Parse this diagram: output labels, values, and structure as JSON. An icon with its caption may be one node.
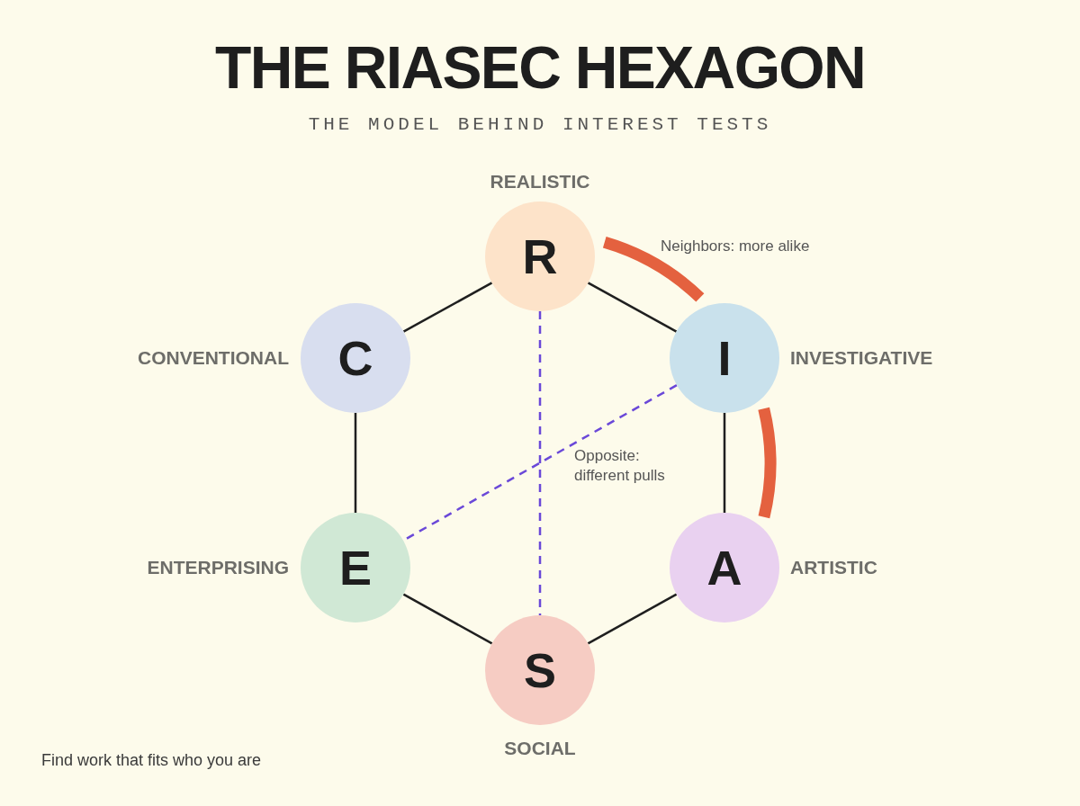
{
  "diagram": {
    "title": "THE RIASEC HEXAGON",
    "caption": "THE MODEL BEHIND INTEREST TESTS",
    "nodes": [
      {
        "text": [
          "R"
        ],
        "beside": [
          "REALISTIC"
        ]
      },
      {
        "text": [
          "I"
        ],
        "beside": [
          "INVESTIGATIVE"
        ]
      },
      {
        "text": [
          "A"
        ],
        "beside": [
          "ARTISTIC"
        ]
      },
      {
        "text": [
          "S"
        ],
        "beside": [
          "SOCIAL"
        ]
      },
      {
        "text": [
          "E"
        ],
        "beside": [
          "ENTERPRISING"
        ]
      },
      {
        "text": [
          "C"
        ],
        "beside": [
          "CONVENTIONAL"
        ]
      }
    ],
    "edges": [
      {
        "from": 0,
        "to": 1,
        "arrow": "none"
      },
      {
        "from": 1,
        "to": 2,
        "arrow": "none"
      },
      {
        "from": 2,
        "to": 3,
        "arrow": "none"
      },
      {
        "from": 3,
        "to": 4,
        "arrow": "none"
      },
      {
        "from": 4,
        "to": 5,
        "arrow": "none"
      },
      {
        "from": 5,
        "to": 0,
        "arrow": "none"
      },
      {
        "from": 0,
        "to": 3,
        "arrow": "none",
        "style": "dashed",
        "color": "#6a48d8"
      },
      {
        "from": 1,
        "to": 4,
        "arrow": "none",
        "style": "dashed",
        "color": "#6a48d8"
      }
    ],
    "labels": [
      "Neighbors: more alike",
      "Opposite: different pulls",
      "Find work that fits who you are"
    ]
  }
}
